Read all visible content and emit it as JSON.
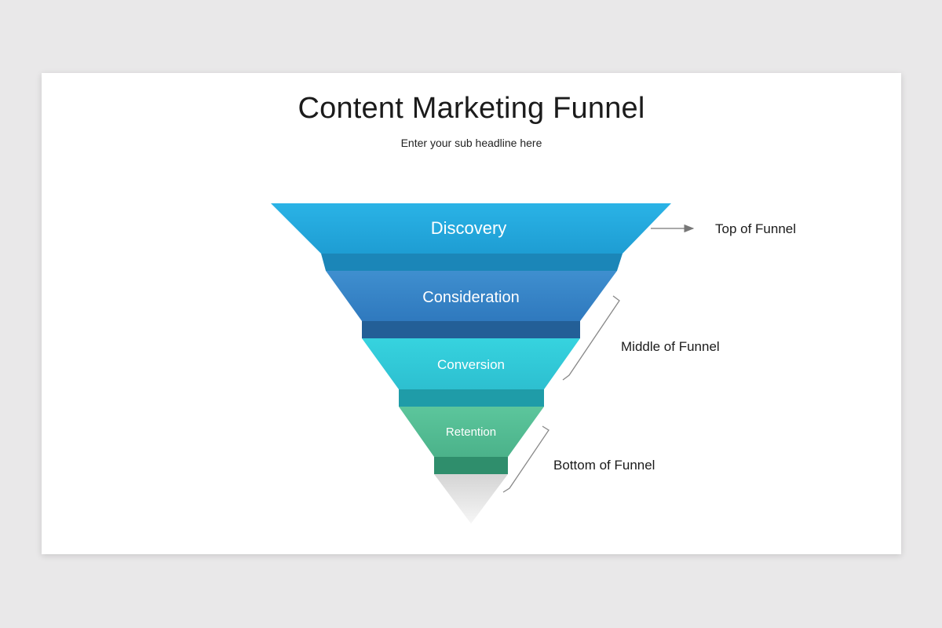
{
  "slide": {
    "title": "Content Marketing Funnel",
    "subtitle": "Enter your sub headline here"
  },
  "funnel": {
    "stages": [
      {
        "label": "Discovery",
        "color_light": "#2ab3e6",
        "color_dark": "#1e9dd3",
        "shadow": "#1b86b8"
      },
      {
        "label": "Consideration",
        "color_light": "#3f8fcf",
        "color_dark": "#2f79be",
        "shadow": "#235f97"
      },
      {
        "label": "Conversion",
        "color_light": "#36d3df",
        "color_dark": "#2dbfd0",
        "shadow": "#1f9ca8"
      },
      {
        "label": "Retention",
        "color_light": "#5cc69c",
        "color_dark": "#4bb28a",
        "shadow": "#2f8e6c"
      }
    ],
    "tip_color": "#e3e3e3",
    "groups": [
      {
        "label": "Top of Funnel",
        "indicator": "arrow"
      },
      {
        "label": "Middle of Funnel",
        "indicator": "bracket"
      },
      {
        "label": "Bottom of Funnel",
        "indicator": "bracket"
      }
    ]
  }
}
